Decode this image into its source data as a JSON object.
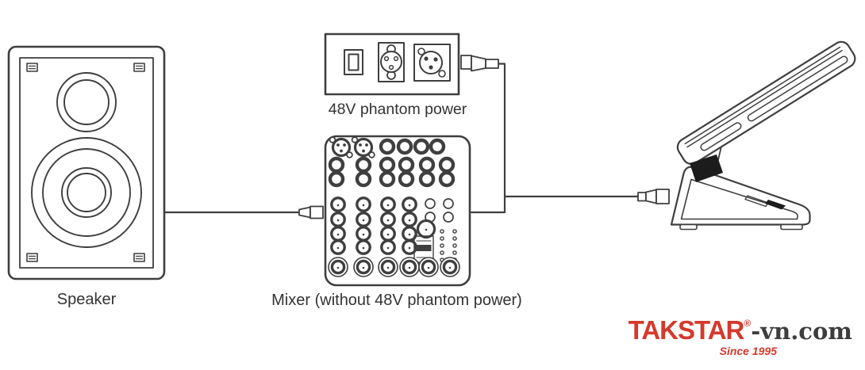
{
  "labels": {
    "speaker": "Speaker",
    "phantom_power": "48V phantom power",
    "mixer": "Mixer (without 48V phantom power)"
  },
  "watermark": {
    "brand": "TAKSTAR",
    "registered_mark": "®",
    "suffix": "-vn.com",
    "tagline": "Since 1995"
  },
  "colors": {
    "brand_red": "#d5392b",
    "suffix_ink": "#3d3d3d",
    "line_ink": "#3f3f3f",
    "label_ink": "#333333",
    "background": "#ffffff"
  },
  "components": {
    "speaker": "studio monitor speaker",
    "phantom_power_unit": "48V phantom power supply with switch, XLR female and XLR male sockets",
    "mixer": "audio mixer front panel with XLR inputs, jacks, knobs and level LEDs",
    "microphone": "gooseneck conference microphone on desk base",
    "cables": [
      "speaker-to-mixer cable",
      "phantom-power-to-mixer cable",
      "phantom-power-to-microphone cable"
    ]
  }
}
